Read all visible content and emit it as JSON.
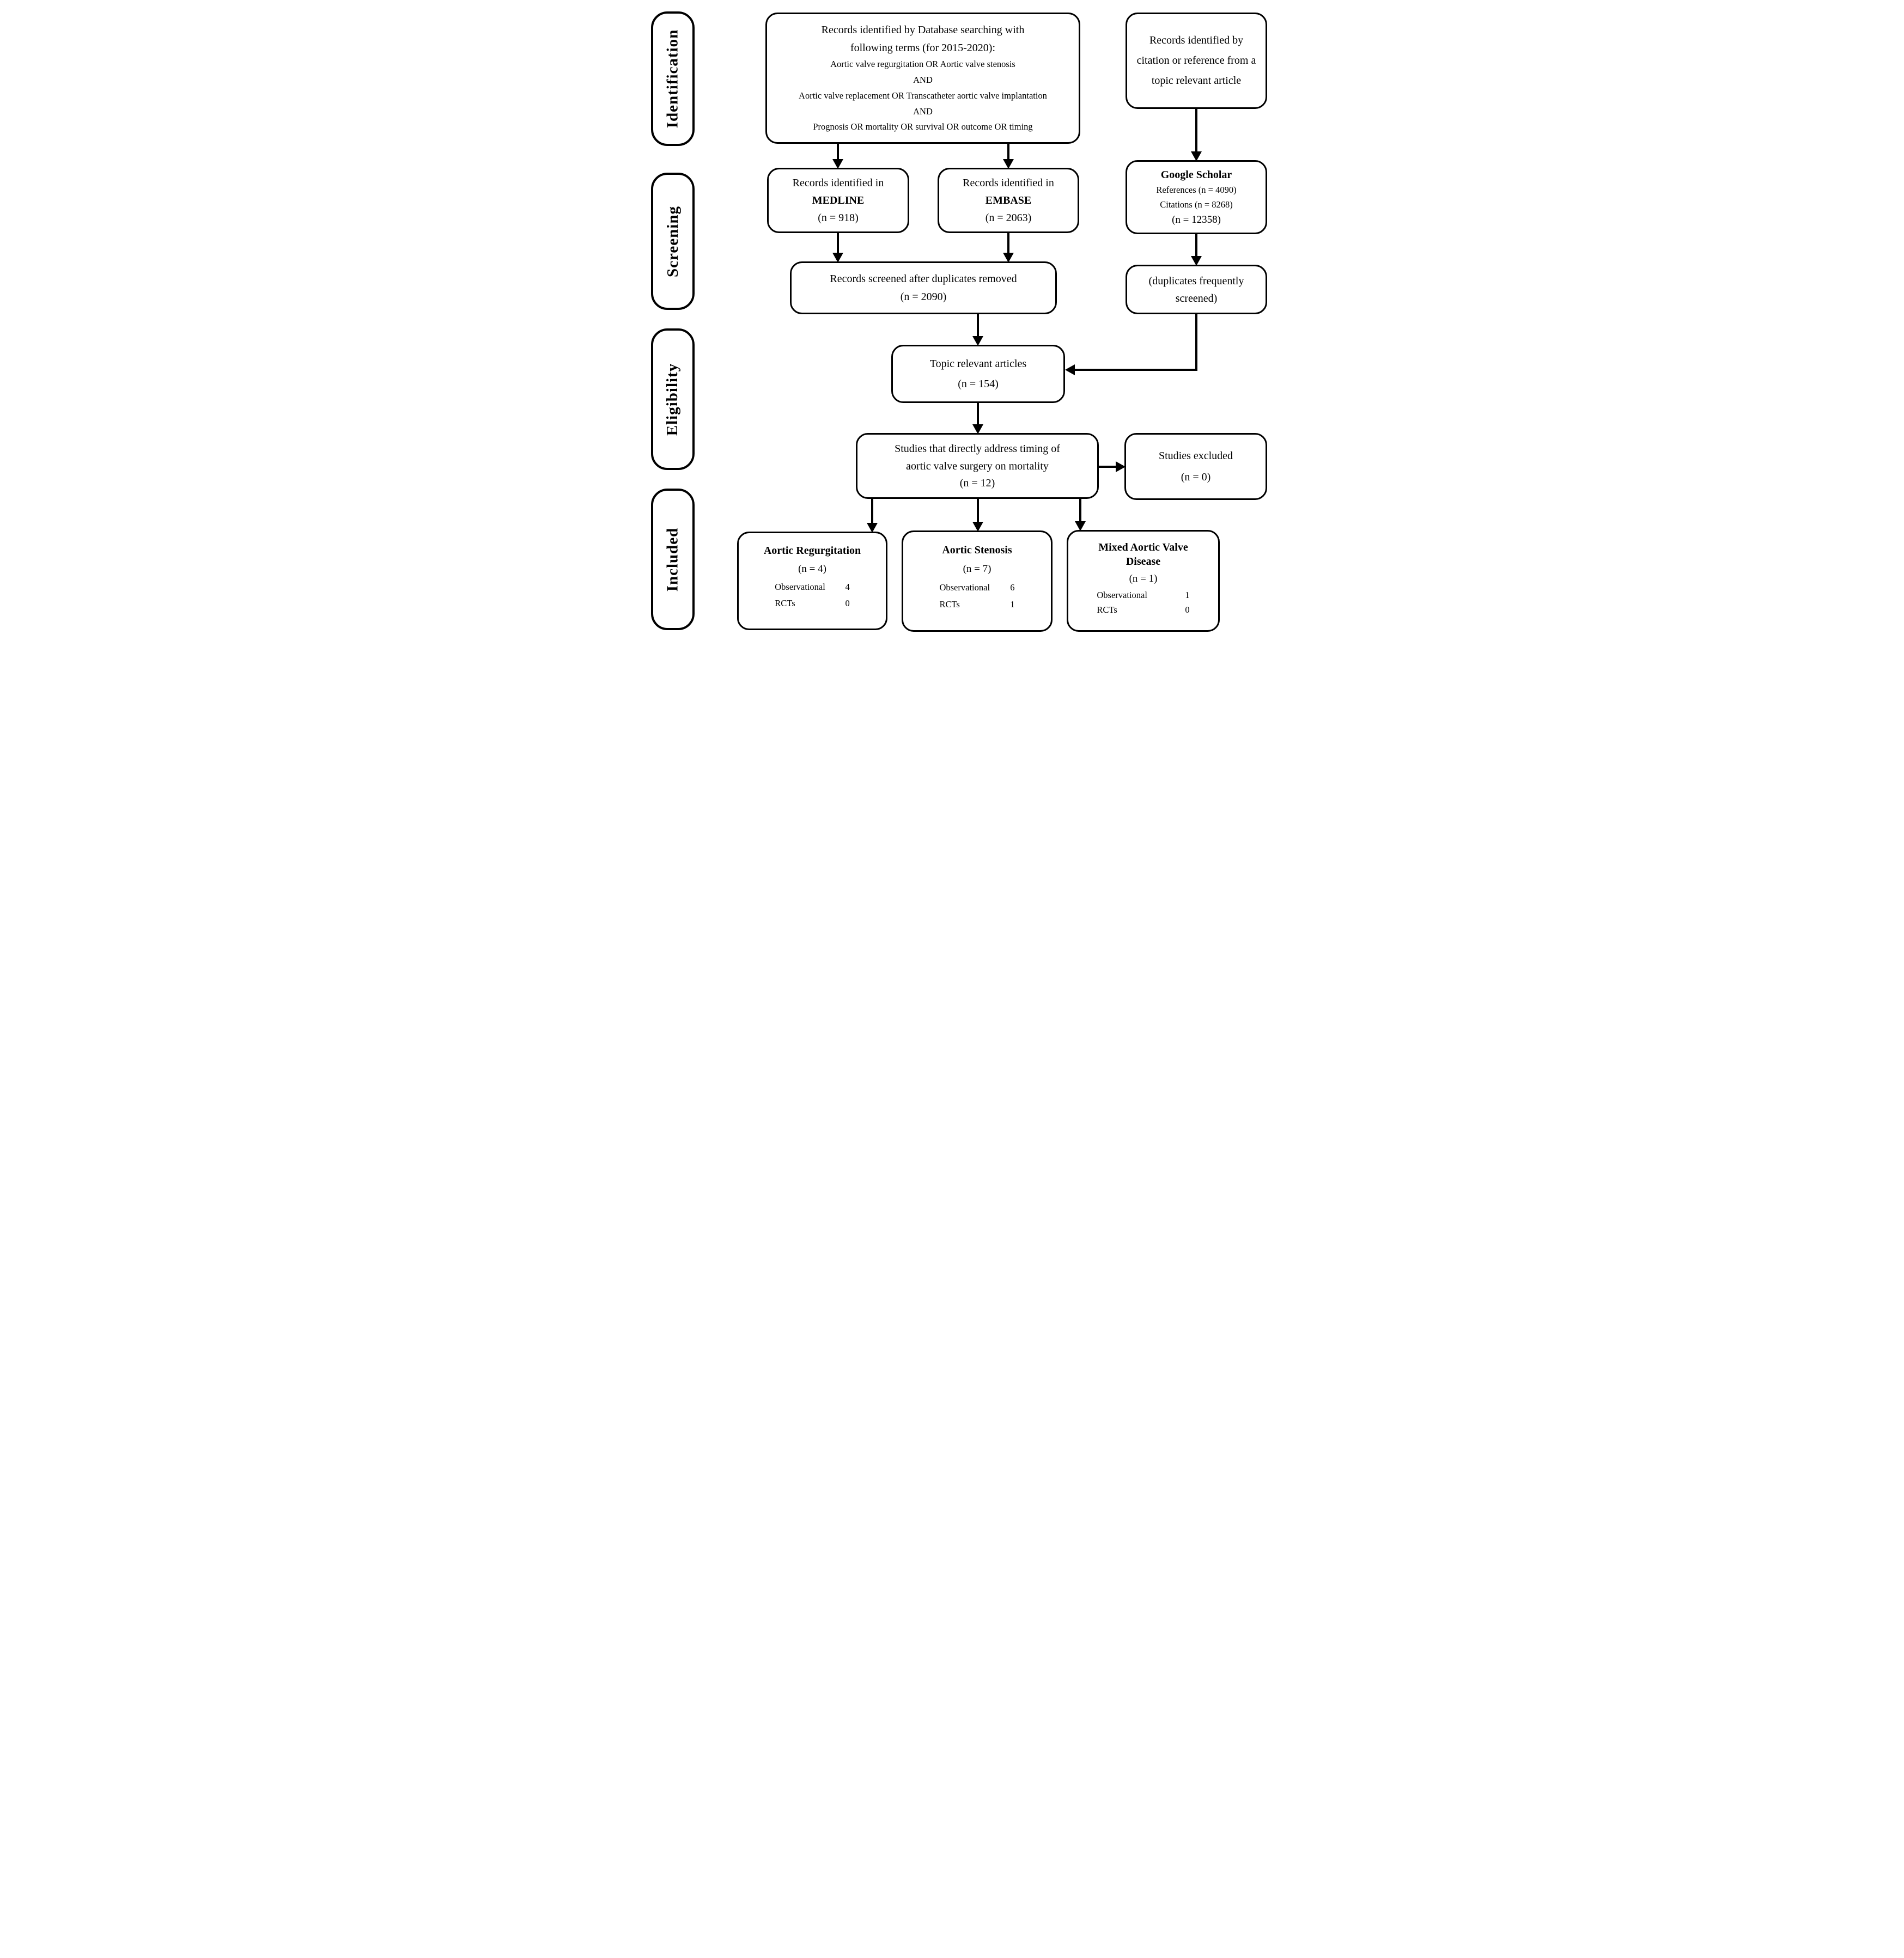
{
  "figure": {
    "type": "prisma-flow-diagram",
    "colors": {
      "line": "#000000",
      "background": "#ffffff"
    }
  },
  "stages": [
    {
      "label": "Identification"
    },
    {
      "label": "Screening"
    },
    {
      "label": "Eligibility"
    },
    {
      "label": "Included"
    }
  ],
  "boxes": {
    "database_search": {
      "lines": [
        "Records identified by Database searching with",
        "following terms (for 2015-2020):",
        "Aortic valve regurgitation OR Aortic valve stenosis",
        "AND",
        "Aortic valve replacement OR Transcatheter aortic valve implantation",
        "AND",
        "Prognosis OR mortality OR survival OR outcome OR timing"
      ]
    },
    "citation_source": {
      "text": "Records identified by citation or reference from a topic relevant article"
    },
    "medline": {
      "intro": "Records identified in",
      "name": "MEDLINE",
      "count": "(n = 918)"
    },
    "embase": {
      "intro": "Records identified in",
      "name": "EMBASE",
      "count": "(n = 2063)"
    },
    "google_scholar": {
      "title": "Google Scholar",
      "references": "References (n = 4090)",
      "citations": "Citations (n = 8268)",
      "total": "(n = 12358)"
    },
    "screened": {
      "text": "Records screened after duplicates removed",
      "count": "(n = 2090)"
    },
    "duplicates_note": {
      "text": "(duplicates frequently screened)"
    },
    "topic_relevant": {
      "text": "Topic relevant articles",
      "count": "(n = 154)"
    },
    "timing_studies": {
      "line1": "Studies that directly address timing of",
      "line2": "aortic valve surgery on mortality",
      "count": "(n = 12)"
    },
    "studies_excluded": {
      "text": "Studies excluded",
      "count": "(n = 0)"
    },
    "aortic_regurgitation": {
      "title": "Aortic Regurgitation",
      "count": "(n = 4)",
      "rows": [
        {
          "label": "Observational",
          "value": "4"
        },
        {
          "label": "RCTs",
          "value": "0"
        }
      ]
    },
    "aortic_stenosis": {
      "title": "Aortic Stenosis",
      "count": "(n = 7)",
      "rows": [
        {
          "label": "Observational",
          "value": "6"
        },
        {
          "label": "RCTs",
          "value": "1"
        }
      ]
    },
    "mixed_avd": {
      "title": "Mixed Aortic Valve Disease",
      "count": "(n = 1)",
      "rows": [
        {
          "label": "Observational",
          "value": "1"
        },
        {
          "label": "RCTs",
          "value": "0"
        }
      ]
    }
  }
}
